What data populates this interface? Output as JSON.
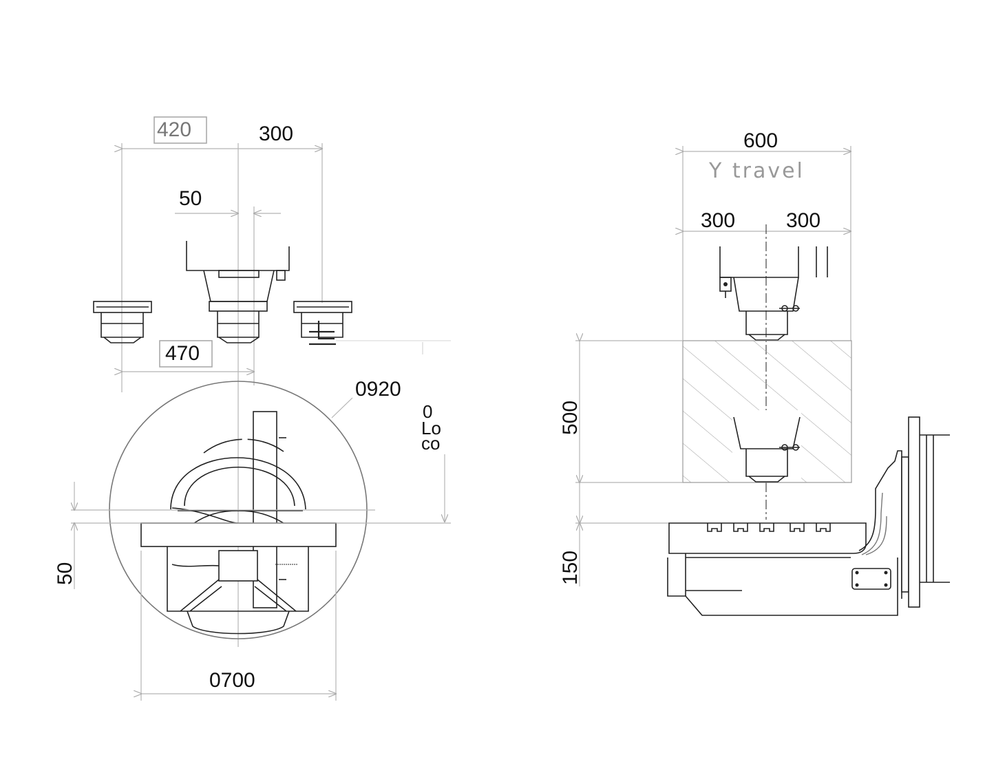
{
  "left_view": {
    "dim_420": "420",
    "dim_300": "300",
    "dim_50_top": "50",
    "dim_470": "470",
    "dim_0920": "0920",
    "dim_side_stack": [
      "0",
      "Lo",
      "co"
    ],
    "dim_50_side": "50",
    "dim_0700": "0700"
  },
  "right_view": {
    "dim_600": "600",
    "y_travel_label": "Y  travel",
    "dim_300_left": "300",
    "dim_300_right": "300",
    "dim_500": "500",
    "dim_150": "150"
  }
}
